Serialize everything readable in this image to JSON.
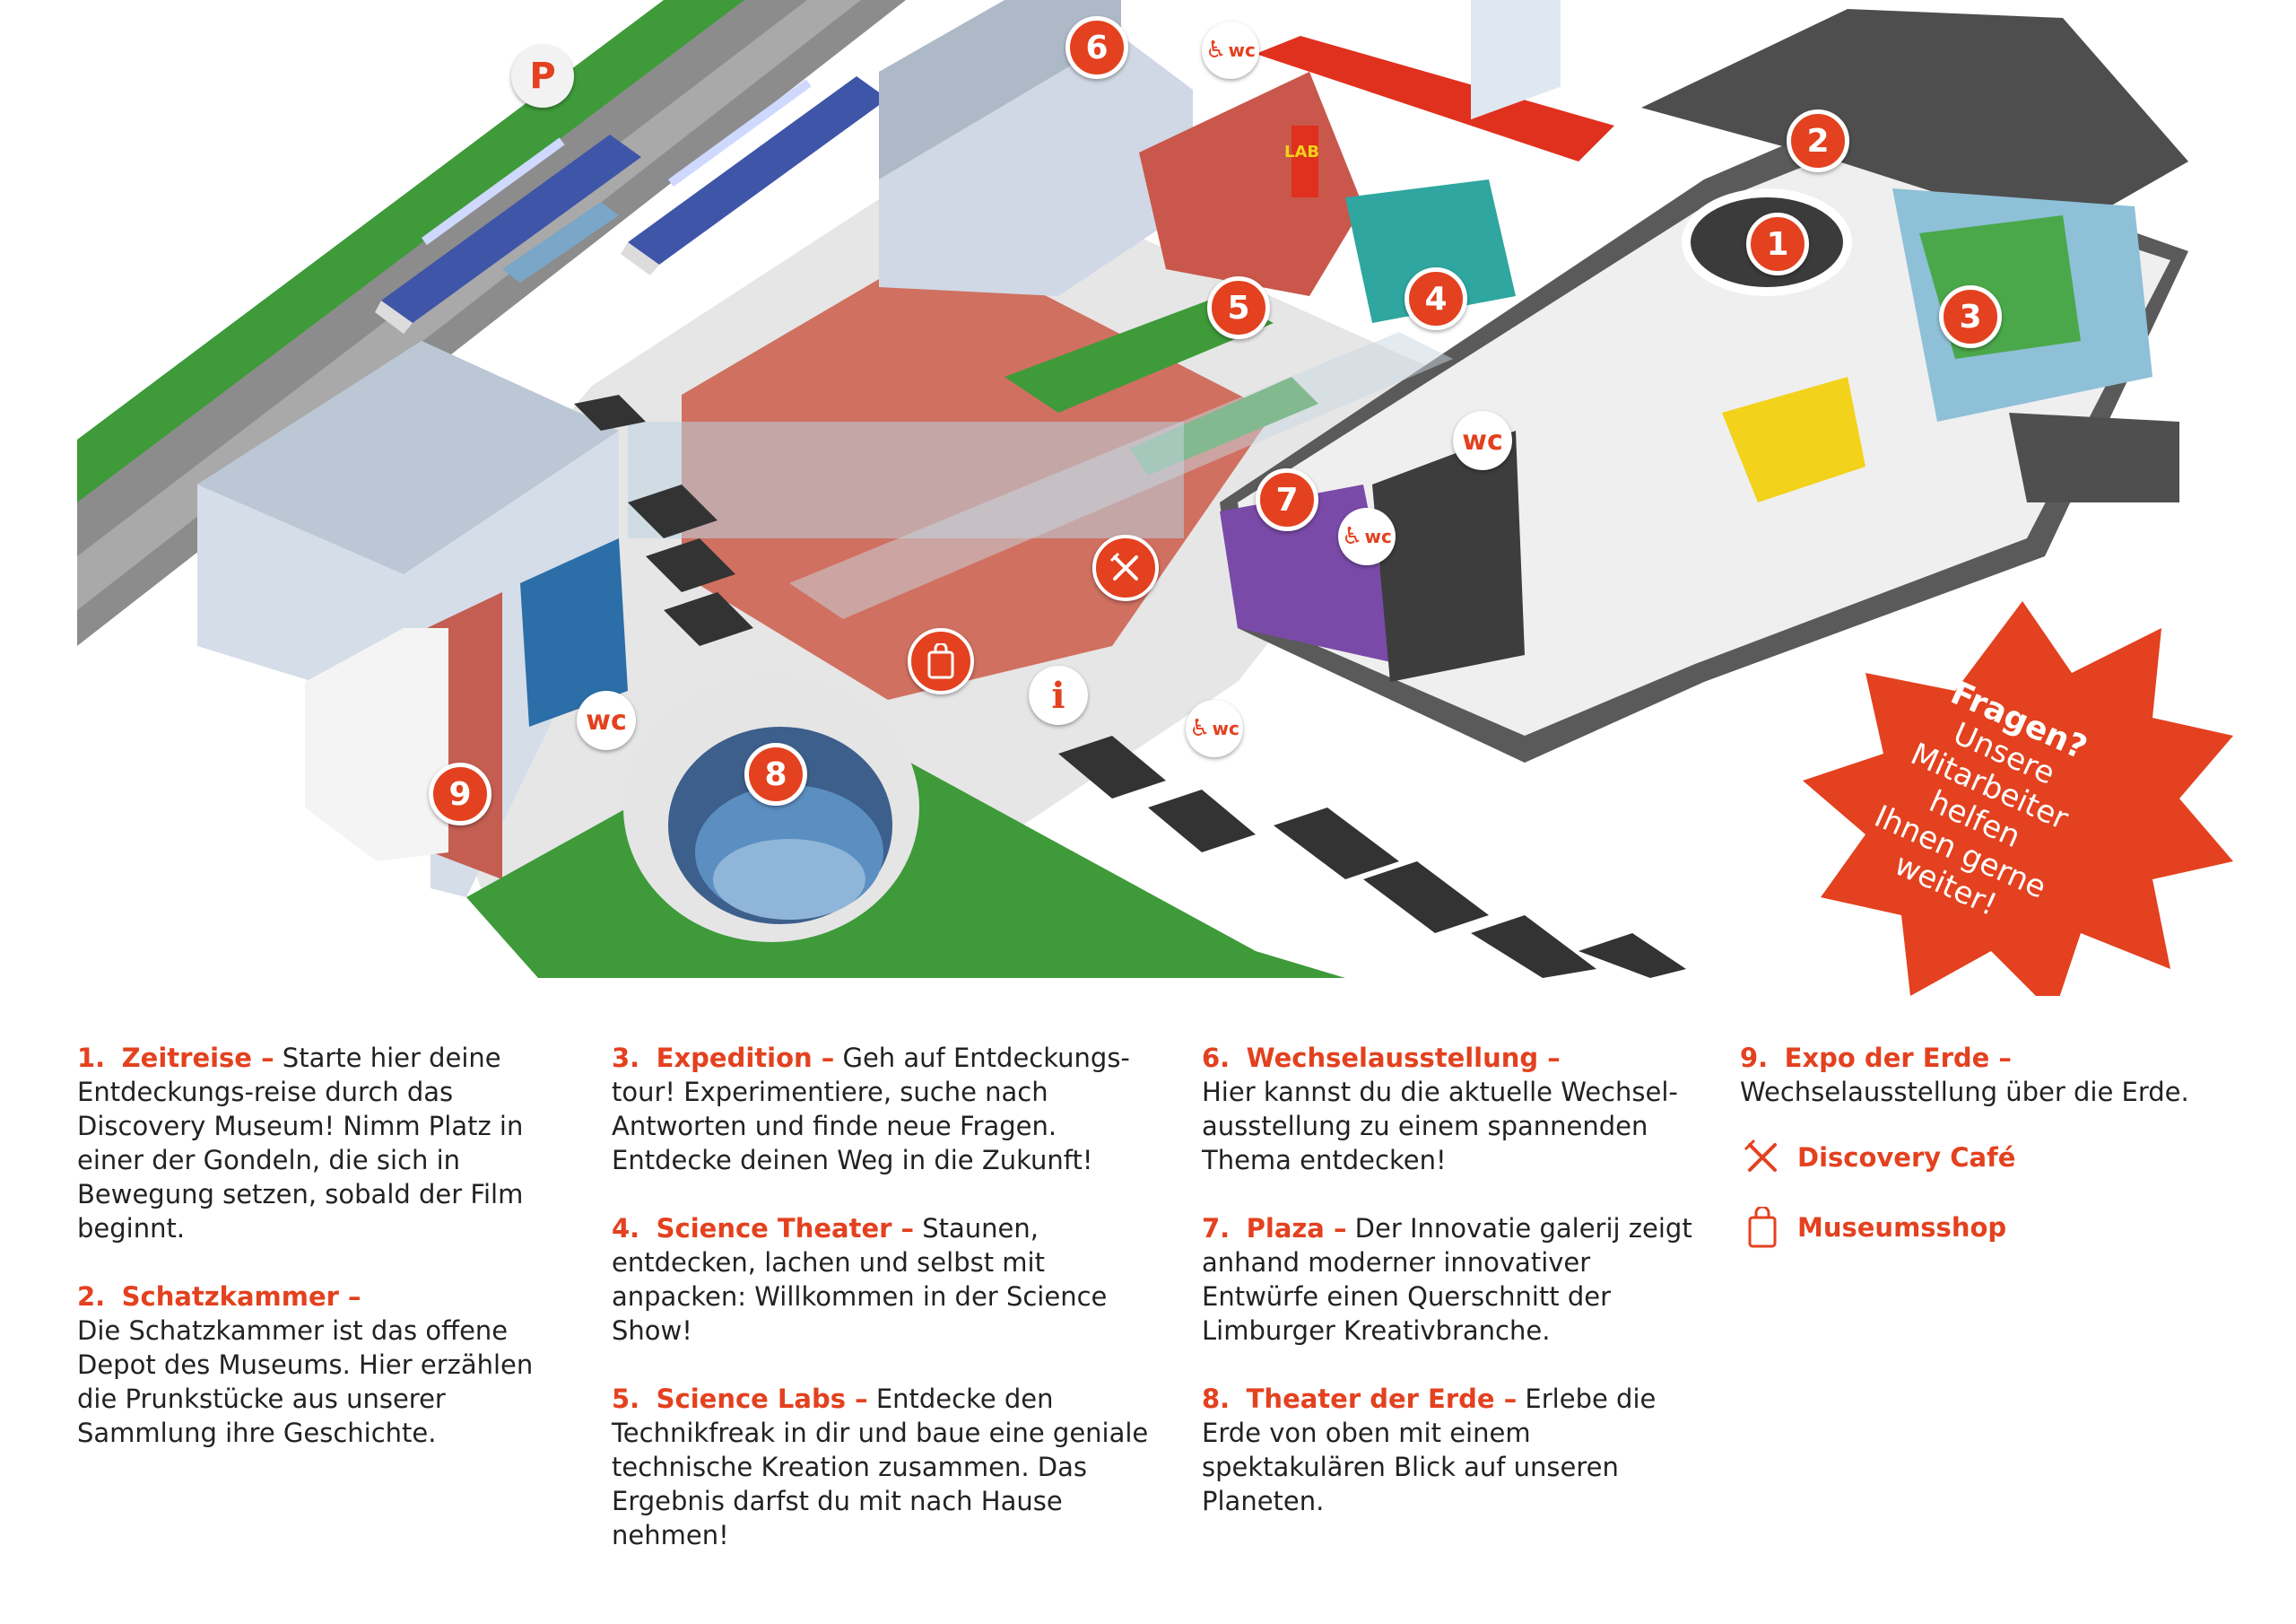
{
  "map": {
    "markers": [
      "1",
      "2",
      "3",
      "4",
      "5",
      "6",
      "7",
      "8",
      "9"
    ],
    "wc_label": "wc",
    "parking_label": "P",
    "info_label": "i",
    "lab_sign": "LAB",
    "fragen": {
      "heading": "Fragen?",
      "lines": [
        "Unsere",
        "Mitarbeiter helfen",
        "Ihnen gerne",
        "weiter!"
      ]
    },
    "colors": {
      "accent": "#e3411f",
      "grass": "#3f9a3a",
      "plaza": "#d07060"
    },
    "icons": [
      "parking-icon",
      "wc-icon",
      "wheelchair-icon",
      "cutlery-icon",
      "shopping-bag-icon",
      "info-icon"
    ]
  },
  "legend": {
    "items": [
      {
        "num": "1.",
        "title": "Zeitreise –",
        "text": "Starte hier deine Entdeckungs-reise durch das Discovery Museum! Nimm Platz in einer der Gondeln, die sich in Bewegung setzen, sobald der Film beginnt."
      },
      {
        "num": "2.",
        "title": "Schatzkammer –",
        "text": "Die Schatzkammer ist das offene Depot des Museums. Hier erzählen die Prunkstücke aus unserer Sammlung ihre Geschichte."
      },
      {
        "num": "3.",
        "title": "Expedition –",
        "text": "Geh auf Entdeckungs-tour! Experimentiere, suche nach Antworten und finde neue Fragen. Entdecke deinen Weg in die Zukunft!"
      },
      {
        "num": "4.",
        "title": "Science Theater –",
        "text": "Staunen, entdecken, lachen und selbst mit anpacken: Willkommen in der Science Show!"
      },
      {
        "num": "5.",
        "title": "Science Labs –",
        "text": "Entdecke den Technikfreak in dir und baue eine geniale technische Kreation zusammen. Das Ergebnis darfst du mit nach Hause nehmen!"
      },
      {
        "num": "6.",
        "title": "Wechselausstellung –",
        "text": "Hier kannst du die aktuelle Wechsel-ausstellung zu einem spannenden Thema entdecken!"
      },
      {
        "num": "7.",
        "title": "Plaza –",
        "text": "Der Innovatie galerij zeigt anhand moderner innovativer Entwürfe einen Querschnitt der Limburger Kreativbranche."
      },
      {
        "num": "8.",
        "title": "Theater der Erde –",
        "text": "Erlebe die Erde von oben mit einem spektakulären Blick auf unseren Planeten."
      },
      {
        "num": "9.",
        "title": "Expo der Erde –",
        "text": "Wechselausstellung über die Erde."
      }
    ],
    "cafe": "Discovery Café",
    "shop": "Museumsshop"
  }
}
